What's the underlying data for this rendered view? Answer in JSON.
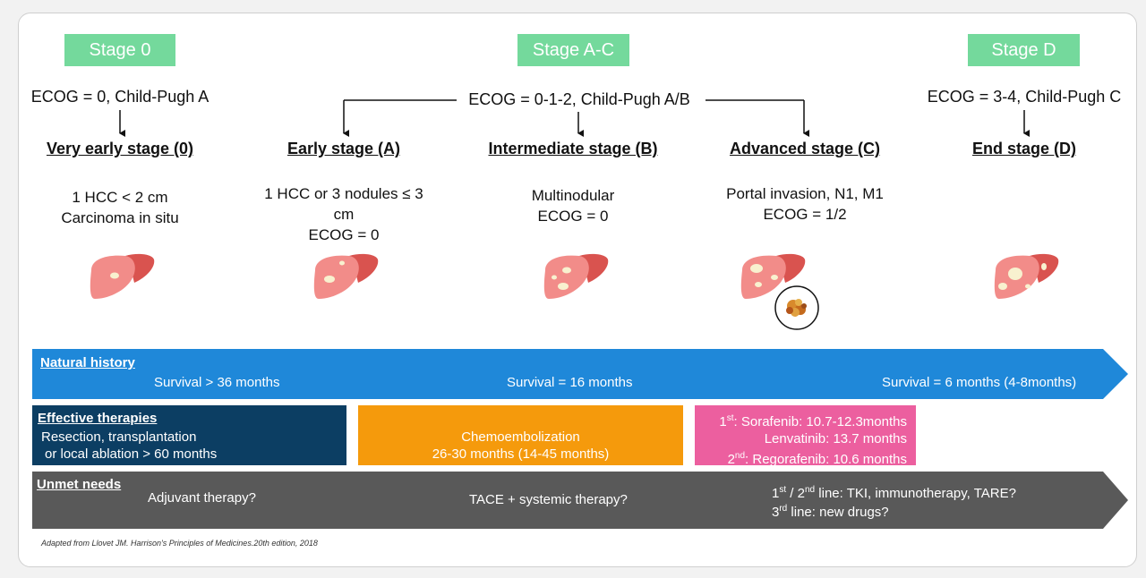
{
  "stages": {
    "stage0": "Stage 0",
    "stageAC": "Stage A-C",
    "stageD": "Stage D"
  },
  "ecog": {
    "stage0": "ECOG = 0, Child-Pugh A",
    "stageAC": "ECOG = 0-1-2, Child-Pugh A/B",
    "stageD": "ECOG = 3-4, Child-Pugh C"
  },
  "columns": [
    {
      "name": "Very early stage (0)",
      "lines": [
        "1 HCC < 2 cm",
        "Carcinoma in situ"
      ]
    },
    {
      "name": "Early stage (A)",
      "lines": [
        "1 HCC or 3 nodules ≤ 3",
        "cm",
        "ECOG = 0"
      ]
    },
    {
      "name": "Intermediate stage (B)",
      "lines": [
        "Multinodular",
        "ECOG = 0"
      ]
    },
    {
      "name": "Advanced stage (C)",
      "lines": [
        "Portal invasion, N1, M1",
        "ECOG = 1/2"
      ]
    },
    {
      "name": "End stage (D)",
      "lines": []
    }
  ],
  "natural_history": {
    "title": "Natural history",
    "survival_1": "Survival > 36 months",
    "survival_2": "Survival = 16 months",
    "survival_3": "Survival = 6 months (4-8months)"
  },
  "therapies": {
    "title": "Effective therapies",
    "box1_line1": "Resection, transplantation",
    "box1_line2": "or local ablation > 60 months",
    "box2_line1": "Chemoembolization",
    "box2_line2": "26-30 months (14-45 months)",
    "box3_line1_sup": "st",
    "box3_line1_prefix": "1",
    "box3_line1_text": ": Sorafenib: 10.7-12.3months",
    "box3_line2": "Lenvatinib: 13.7 months",
    "box3_line3_prefix": "2",
    "box3_line3_sup": "nd",
    "box3_line3_text": ": Regorafenib: 10.6 months"
  },
  "unmet": {
    "title": "Unmet needs",
    "item1": "Adjuvant therapy?",
    "item2": "TACE + systemic therapy?",
    "item3_p1": "1",
    "item3_s1": "st",
    "item3_mid": " / 2",
    "item3_s2": "nd",
    "item3_text": " line: TKI, immunotherapy, TARE?",
    "item4_p1": "3",
    "item4_s1": "rd",
    "item4_text": " line: new drugs?"
  },
  "footnote": "Adapted from Llovet JM. Harrison's Principles of Medicines.20th edition, 2018",
  "colors": {
    "stage_green": "#74d99c",
    "natural_blue": "#1f88d9",
    "dark_navy": "#0c3e63",
    "orange": "#f59a0c",
    "pink": "#ec5f9f",
    "grey": "#595959",
    "liver_pink": "#f28c89",
    "liver_red": "#d9534f"
  }
}
